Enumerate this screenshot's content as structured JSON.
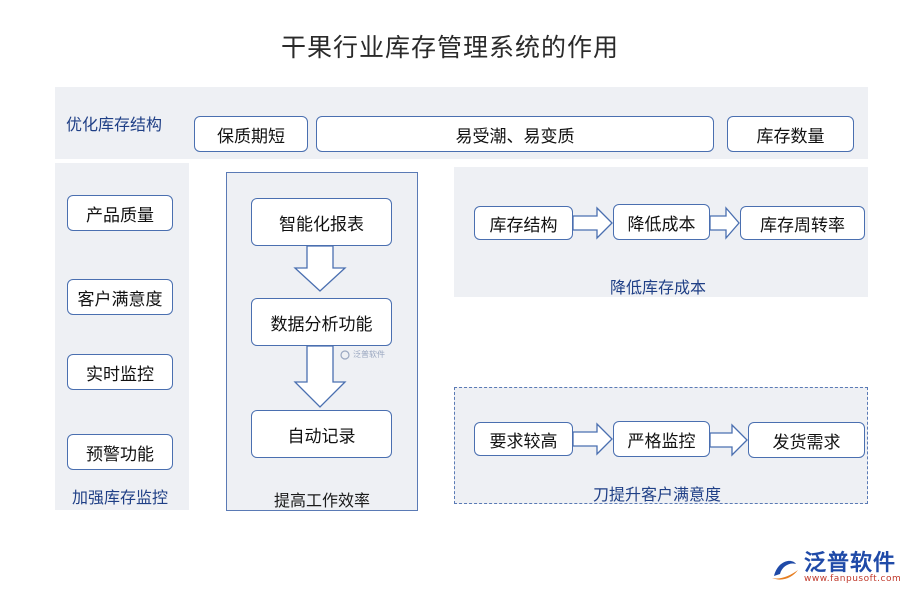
{
  "title": "干果行业库存管理系统的作用",
  "optimize": {
    "label": "优化库存结构",
    "items": [
      "保质期短",
      "易受潮、易变质",
      "库存数量"
    ]
  },
  "monitor": {
    "label": "加强库存监控",
    "items": [
      "产品质量",
      "客户满意度",
      "实时监控",
      "预警功能"
    ]
  },
  "efficiency": {
    "label": "提高工作效率",
    "items": [
      "智能化报表",
      "数据分析功能",
      "自动记录"
    ]
  },
  "cost": {
    "label": "降低库存成本",
    "items": [
      "库存结构",
      "降低成本",
      "库存周转率"
    ]
  },
  "satisfaction": {
    "label": "刀提升客户满意度",
    "items": [
      "要求较高",
      "严格监控",
      "发货需求"
    ]
  },
  "watermark": "泛普软件",
  "logo": {
    "name": "泛普软件",
    "url": "www.fanpusoft.com"
  }
}
